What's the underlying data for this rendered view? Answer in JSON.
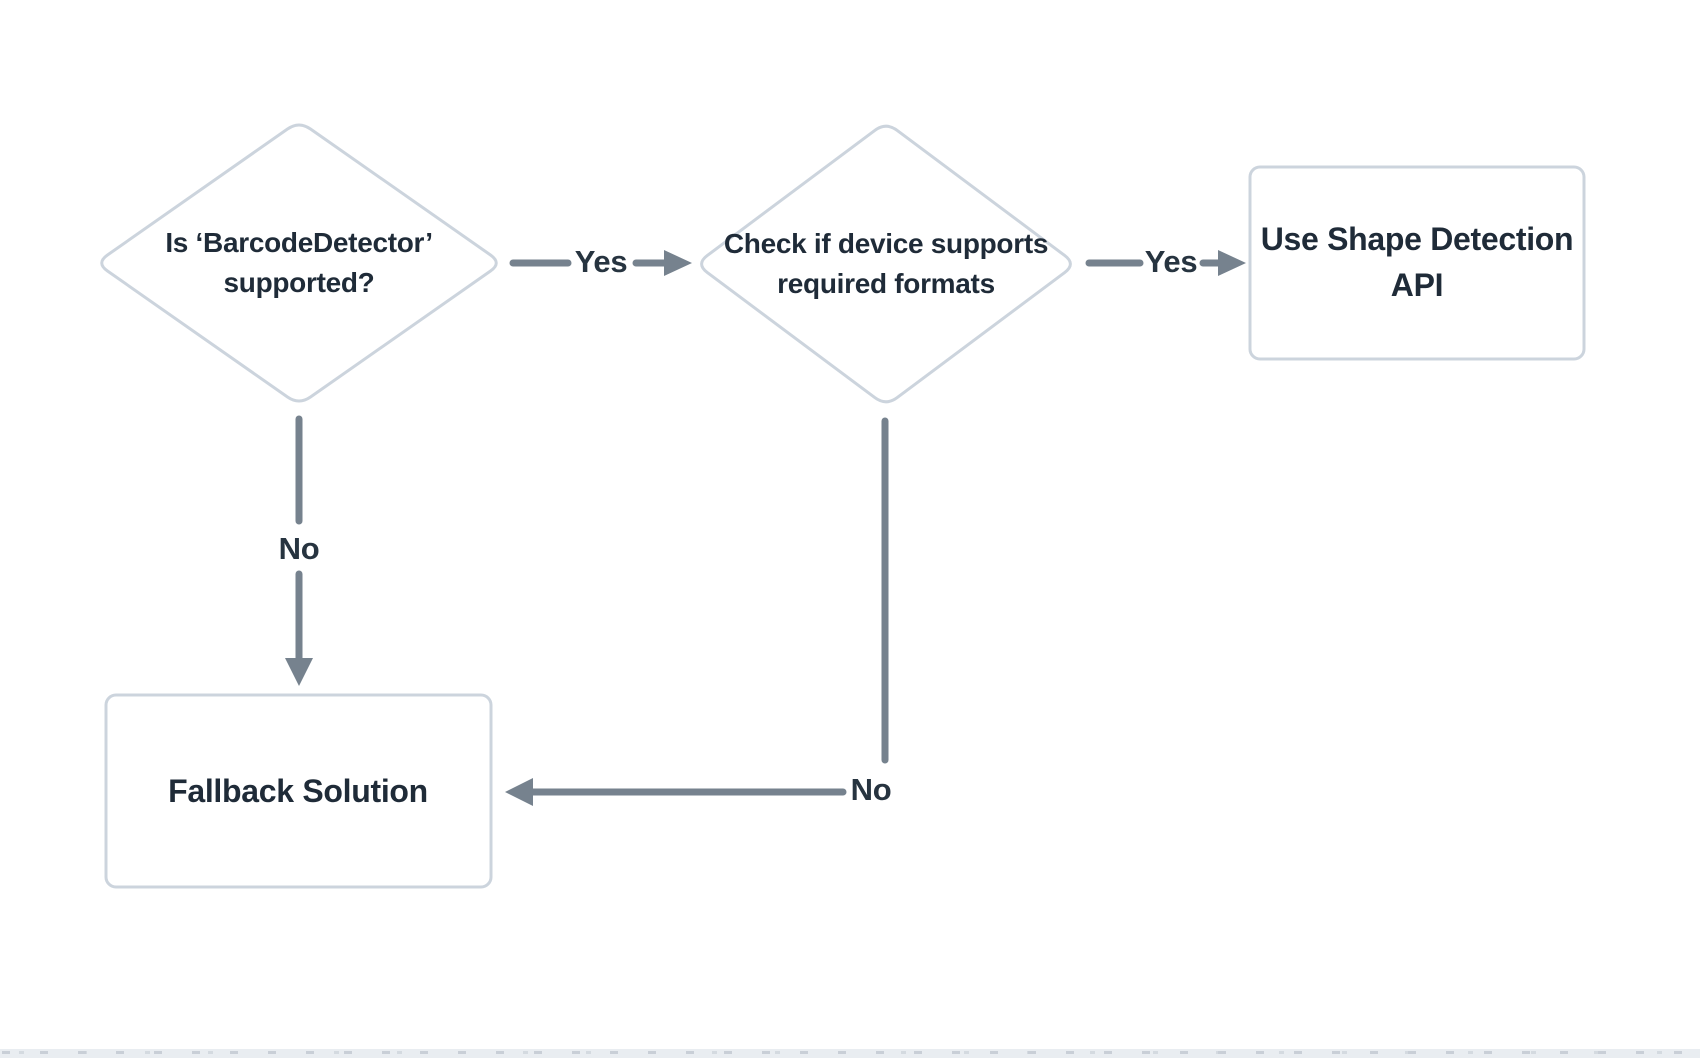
{
  "diagram": {
    "type": "flowchart",
    "nodes": {
      "decision1": {
        "shape": "diamond",
        "line1": "Is ‘BarcodeDetector’",
        "line2": "supported?"
      },
      "decision2": {
        "shape": "diamond",
        "line1": "Check if device supports",
        "line2": "required formats"
      },
      "use_api": {
        "shape": "rectangle",
        "line1": "Use Shape Detection",
        "line2": "API"
      },
      "fallback": {
        "shape": "rectangle",
        "label": "Fallback Solution"
      }
    },
    "edges": {
      "yes1": {
        "from": "decision1",
        "to": "decision2",
        "label": "Yes"
      },
      "yes2": {
        "from": "decision2",
        "to": "use_api",
        "label": "Yes"
      },
      "no1": {
        "from": "decision1",
        "to": "fallback",
        "label": "No"
      },
      "no2": {
        "from": "decision2",
        "to": "fallback",
        "label": "No"
      }
    }
  },
  "colors": {
    "background": "#ffffff",
    "shape_fill": "#ffffff",
    "shape_border": "#ccd4dd",
    "connector": "#76828e",
    "node_text": "#1f2b38",
    "label_text": "#273440",
    "strip_bg": "#e9edf1",
    "strip_tick": "#c9cfd7"
  }
}
